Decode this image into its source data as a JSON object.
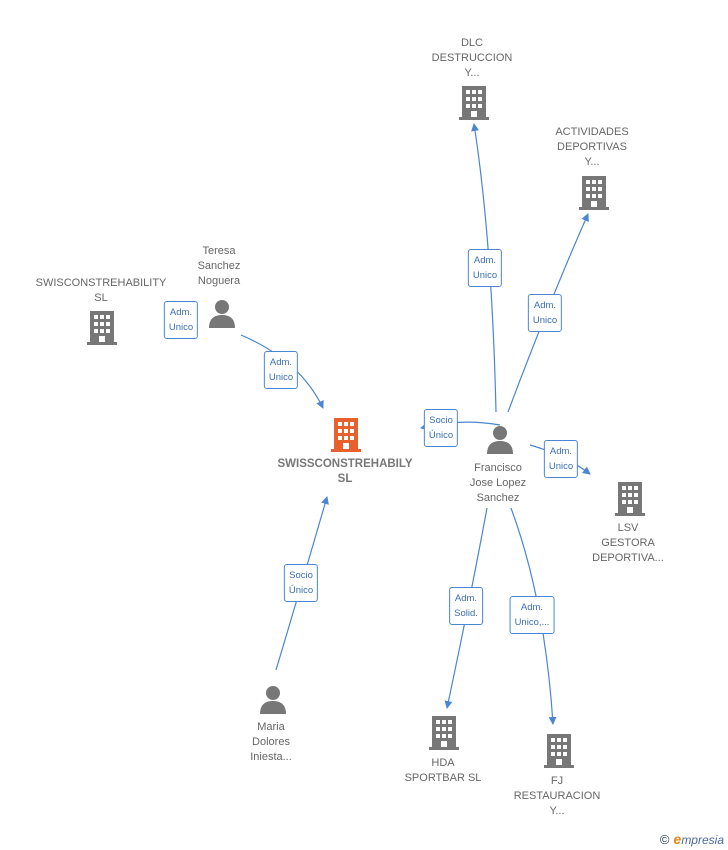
{
  "center": {
    "label": [
      "SWISSCONSTREHABILY",
      "SL"
    ],
    "color": "#e8612c"
  },
  "companies": {
    "swisconstrehability": [
      "SWISCONSTREHABILITY",
      "SL"
    ],
    "dlc": [
      "DLC",
      "DESTRUCCION",
      "Y..."
    ],
    "actividades": [
      "ACTIVIDADES",
      "DEPORTIVAS",
      "Y..."
    ],
    "lsv": [
      "LSV",
      "GESTORA",
      "DEPORTIVA..."
    ],
    "hda": [
      "HDA",
      "SPORTBAR  SL"
    ],
    "fj": [
      "FJ",
      "RESTAURACION",
      "Y..."
    ]
  },
  "persons": {
    "teresa": [
      "Teresa",
      "Sanchez",
      "Noguera"
    ],
    "francisco": [
      "Francisco",
      "Jose Lopez",
      "Sanchez"
    ],
    "maria": [
      "Maria",
      "Dolores",
      "Iniesta..."
    ]
  },
  "edges": {
    "teresa_adm_left": [
      "Adm.",
      "Unico"
    ],
    "teresa_adm": [
      "Adm.",
      "Unico"
    ],
    "francisco_socio": [
      "Socio",
      "Único"
    ],
    "francisco_dlc": [
      "Adm.",
      "Unico"
    ],
    "francisco_actividades": [
      "Adm.",
      "Unico"
    ],
    "francisco_lsv": [
      "Adm.",
      "Unico"
    ],
    "francisco_hda": [
      "Adm.",
      "Solid."
    ],
    "francisco_fj": [
      "Adm.",
      "Unico,..."
    ],
    "maria_socio": [
      "Socio",
      "Único"
    ]
  },
  "colors": {
    "edge": "#4a86d1",
    "icon": "#777777",
    "center_icon": "#e8612c"
  },
  "footer": {
    "copyright": "©",
    "brand_initial": "e",
    "brand_rest": "mpresia"
  }
}
